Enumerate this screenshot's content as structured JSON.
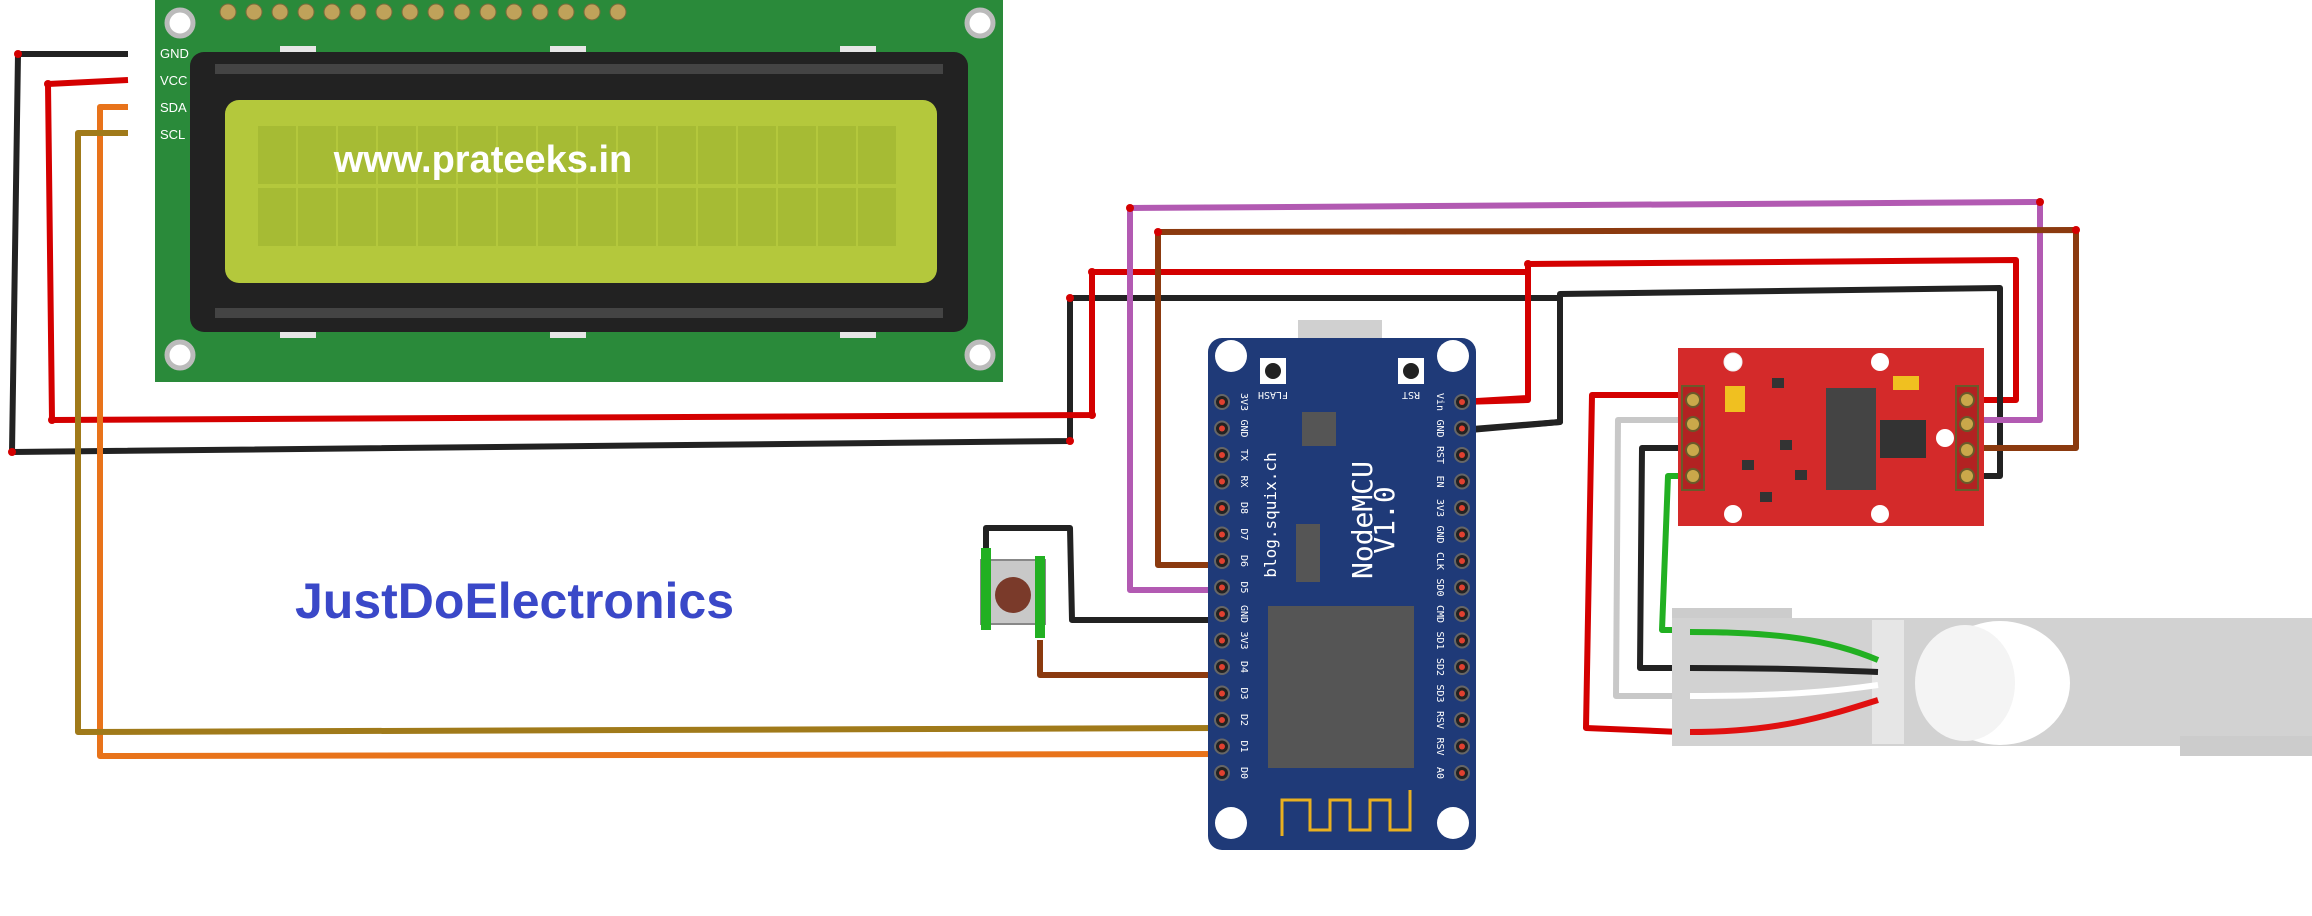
{
  "lcd": {
    "pin_labels": [
      "GND",
      "VCC",
      "SDA",
      "SCL"
    ],
    "display_text": "www.prateeks.in"
  },
  "brand_text": "JustDoElectronics",
  "nodemcu": {
    "title_line1": "NodeMCU",
    "title_line2": "V1.0",
    "credit": "blog.squix.ch",
    "button_flash": "FLASH",
    "button_rst": "RST",
    "left_pins": [
      "3V3",
      "GND",
      "TX",
      "RX",
      "D8",
      "D7",
      "D6",
      "D5",
      "GND",
      "3V3",
      "D4",
      "D3",
      "D2",
      "D1",
      "D0"
    ],
    "right_pins": [
      "Vin",
      "GND",
      "RST",
      "EN",
      "3V3",
      "GND",
      "CLK",
      "SD0",
      "CMD",
      "SD1",
      "SD2",
      "SD3",
      "RSV",
      "RSV",
      "A0"
    ]
  },
  "colors": {
    "wire_red": "#d40000",
    "wire_black": "#222222",
    "wire_orange": "#e8731a",
    "wire_olive": "#a07a1a",
    "wire_purple": "#b25ab2",
    "wire_brown": "#8b3a0f",
    "wire_green": "#22b022",
    "wire_white": "#c8c8c8",
    "lcd_pcb": "#2a8a3a",
    "lcd_screen": "#b4c83c",
    "nodemcu_board": "#1f3a78",
    "hx711_board": "#d42a2a",
    "brand_text": "#3a48c8"
  }
}
